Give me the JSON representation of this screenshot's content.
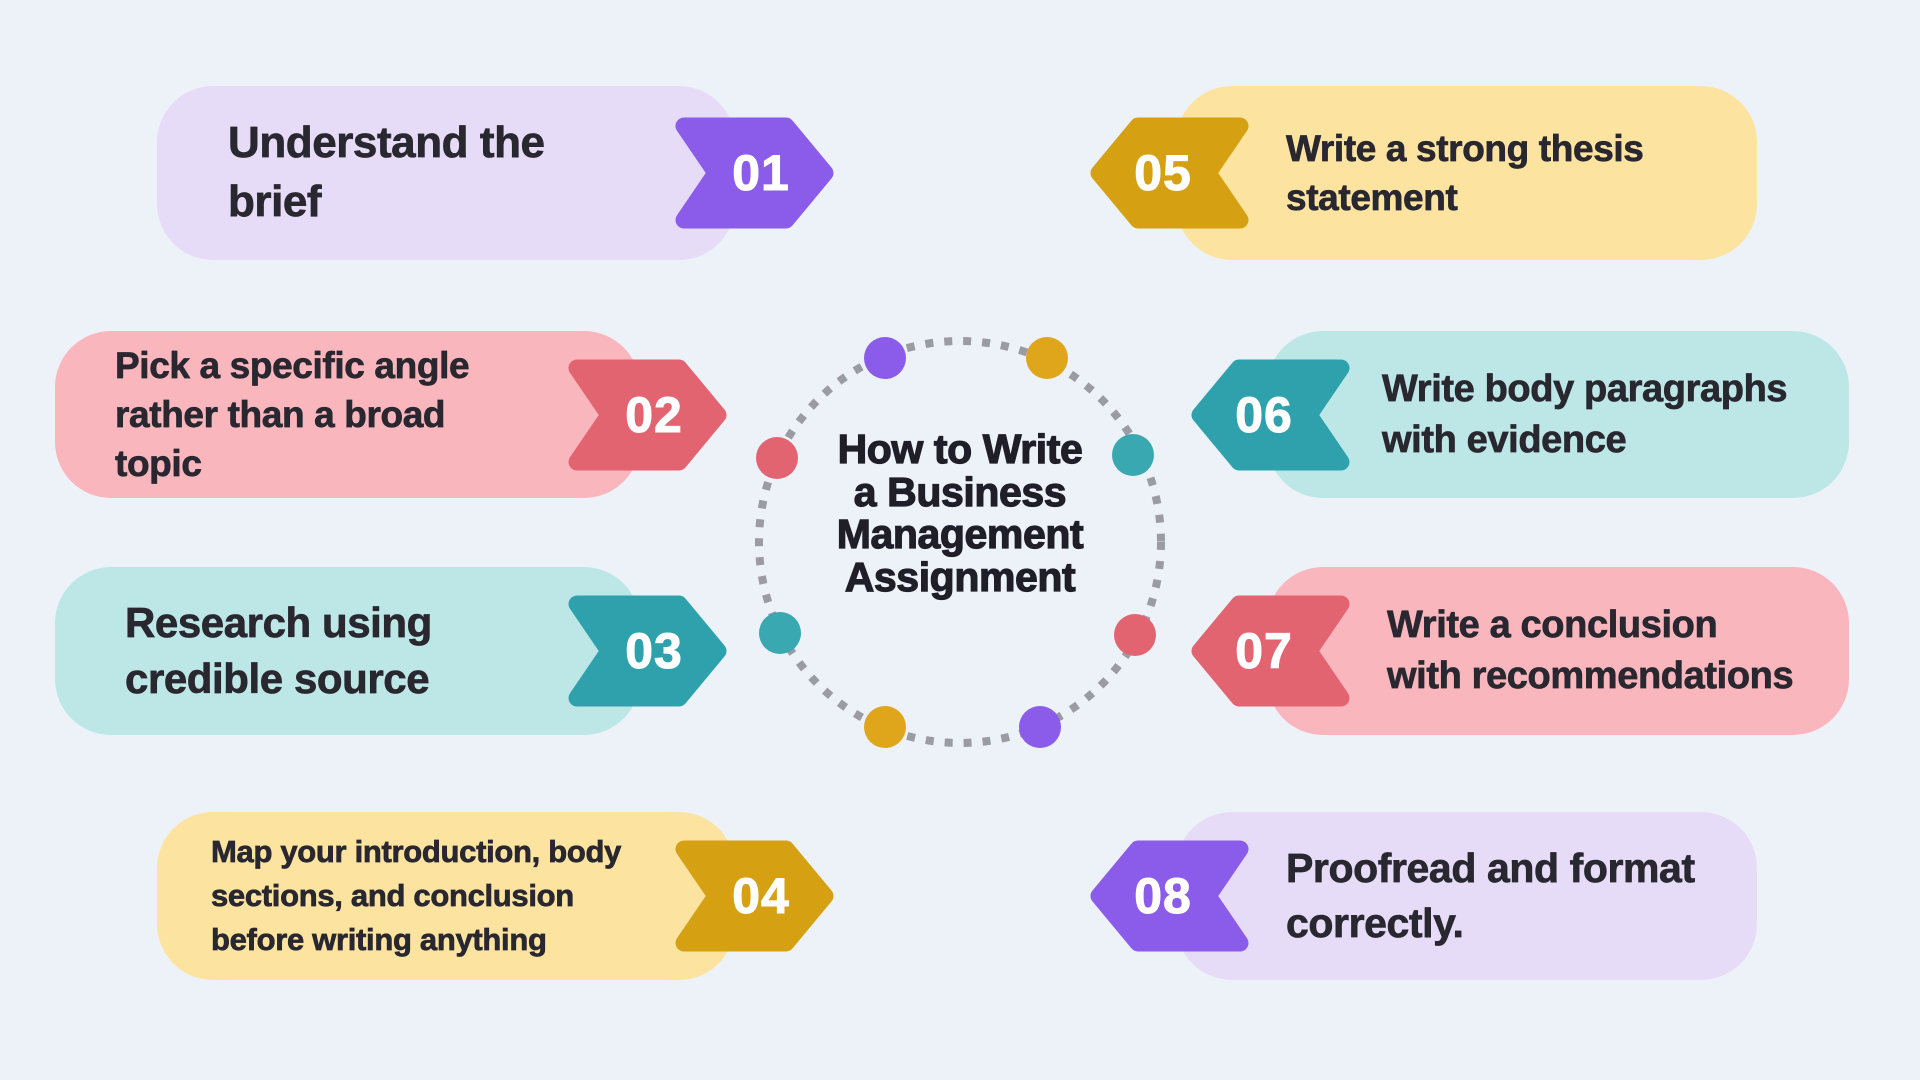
{
  "colors": {
    "background": "#EDF2F9",
    "card_text": "#29272F",
    "title_text": "#1F1E29",
    "badge_number_text": "#FFFFFF",
    "ring": "#9B9BA3"
  },
  "center": {
    "title": "How to Write\na Business\nManagement\nAssignment",
    "ring_color": "#9B9BA3",
    "dots": [
      {
        "name": "dot-top-left",
        "color": "#8B5BEA"
      },
      {
        "name": "dot-top-right",
        "color": "#DFA61C"
      },
      {
        "name": "dot-right-upper",
        "color": "#3AA8B1"
      },
      {
        "name": "dot-right-lower",
        "color": "#E26470"
      },
      {
        "name": "dot-bottom-right",
        "color": "#8B5BEA"
      },
      {
        "name": "dot-bottom-left",
        "color": "#DFA61C"
      },
      {
        "name": "dot-left-lower",
        "color": "#3AA8B1"
      },
      {
        "name": "dot-left-upper",
        "color": "#E26470"
      }
    ]
  },
  "steps": [
    {
      "number": "01",
      "text": "Understand the\nbrief",
      "card_color": "#E7DCF7",
      "badge_color": "#8B5BEA",
      "direction": "right"
    },
    {
      "number": "02",
      "text": "Pick a specific angle\nrather than a broad\ntopic",
      "card_color": "#F9B6BD",
      "badge_color": "#E26470",
      "direction": "right"
    },
    {
      "number": "03",
      "text": "Research using\ncredible source",
      "card_color": "#BCE7E6",
      "badge_color": "#2EA1AC",
      "direction": "right"
    },
    {
      "number": "04",
      "text": "Map your introduction, body\nsections, and conclusion\nbefore writing anything",
      "card_color": "#FCE4A0",
      "badge_color": "#D5A012",
      "direction": "right"
    },
    {
      "number": "05",
      "text": "Write a strong thesis\nstatement",
      "card_color": "#FCE4A0",
      "badge_color": "#D5A012",
      "direction": "left"
    },
    {
      "number": "06",
      "text": "Write body paragraphs\nwith evidence",
      "card_color": "#BCE7E6",
      "badge_color": "#2EA1AC",
      "direction": "left"
    },
    {
      "number": "07",
      "text": "Write a conclusion\nwith recommendations",
      "card_color": "#F9B6BD",
      "badge_color": "#E26470",
      "direction": "left"
    },
    {
      "number": "08",
      "text": "Proofread and format\ncorrectly.",
      "card_color": "#E7DCF7",
      "badge_color": "#8B5BEA",
      "direction": "left"
    }
  ]
}
